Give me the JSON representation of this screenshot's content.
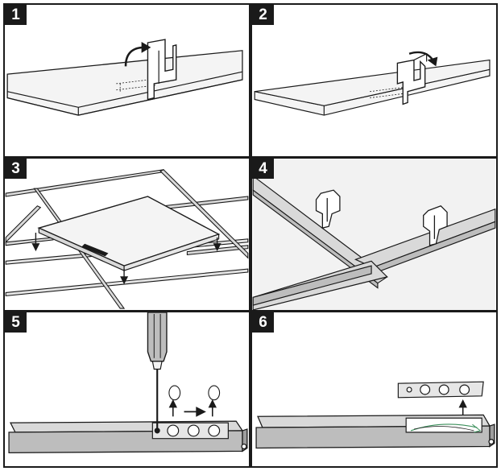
{
  "steps": [
    {
      "number": "1"
    },
    {
      "number": "2"
    },
    {
      "number": "3"
    },
    {
      "number": "4"
    },
    {
      "number": "5"
    },
    {
      "number": "6"
    }
  ],
  "colors": {
    "line": "#1a1a1a",
    "panel_face": "#f4f4f4",
    "grid_fill": "#d9d9d9",
    "body_fill": "#bdbdbd",
    "ceiling_fill": "#f2f2f2",
    "accent_green": "#3a8f5a"
  },
  "icons": [
    "curved-arrow-icon",
    "rotate-arrow-icon",
    "down-arrow-icon",
    "up-arrow-icon",
    "right-arrow-icon",
    "screwdriver-icon",
    "clip-icon"
  ]
}
